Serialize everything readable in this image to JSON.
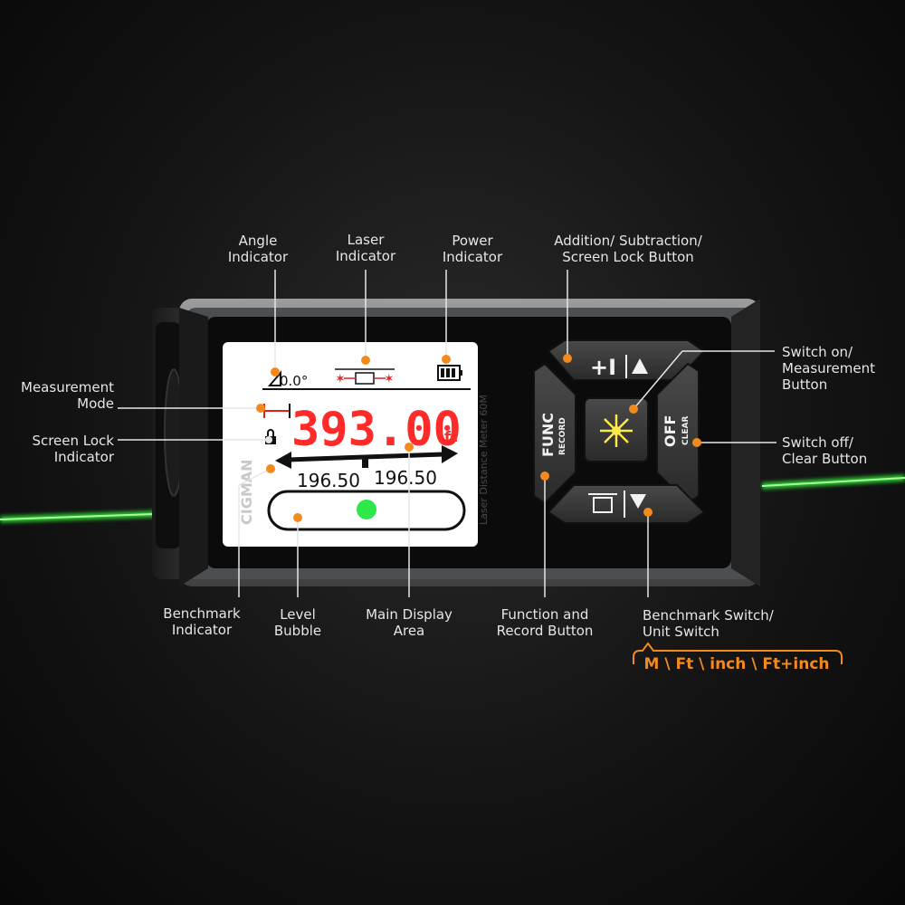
{
  "labels": {
    "angle": [
      "Angle",
      "Indicator"
    ],
    "laser": [
      "Laser",
      "Indicator"
    ],
    "power": [
      "Power",
      "Indicator"
    ],
    "add_sub": [
      "Addition/ Subtraction/",
      "Screen Lock Button"
    ],
    "measurement_mode": [
      "Measurement",
      "Mode"
    ],
    "screen_lock": [
      "Screen Lock",
      "Indicator"
    ],
    "switch_on": [
      "Switch on/",
      "Measurement",
      "Button"
    ],
    "switch_off": [
      "Switch off/",
      "Clear Button"
    ],
    "benchmark": [
      "Benchmark",
      "Indicator"
    ],
    "level": [
      "Level",
      "Bubble"
    ],
    "main_display": [
      "Main Display",
      "Area"
    ],
    "func_record": [
      "Function and",
      "Record Button"
    ],
    "benchmark_switch": [
      "Benchmark Switch/",
      "Unit Switch"
    ]
  },
  "units": "M \\ Ft \\ inch \\ Ft+inch",
  "screen": {
    "angle": "0.0°",
    "main_value": "393.00",
    "main_unit": "ft",
    "sub_left": "196.50",
    "sub_right": "196.50"
  },
  "device": {
    "brand": "CIGMAN",
    "side_text": "Laser Distance Meter 60M"
  },
  "buttons": {
    "func": "FUNC",
    "record": "RECORD",
    "off": "OFF",
    "clear": "CLEAR",
    "plus": "+I"
  },
  "colors": {
    "accent": "#f28a1e",
    "laser": "#36ff3a",
    "display_red": "#ff2a2a"
  }
}
